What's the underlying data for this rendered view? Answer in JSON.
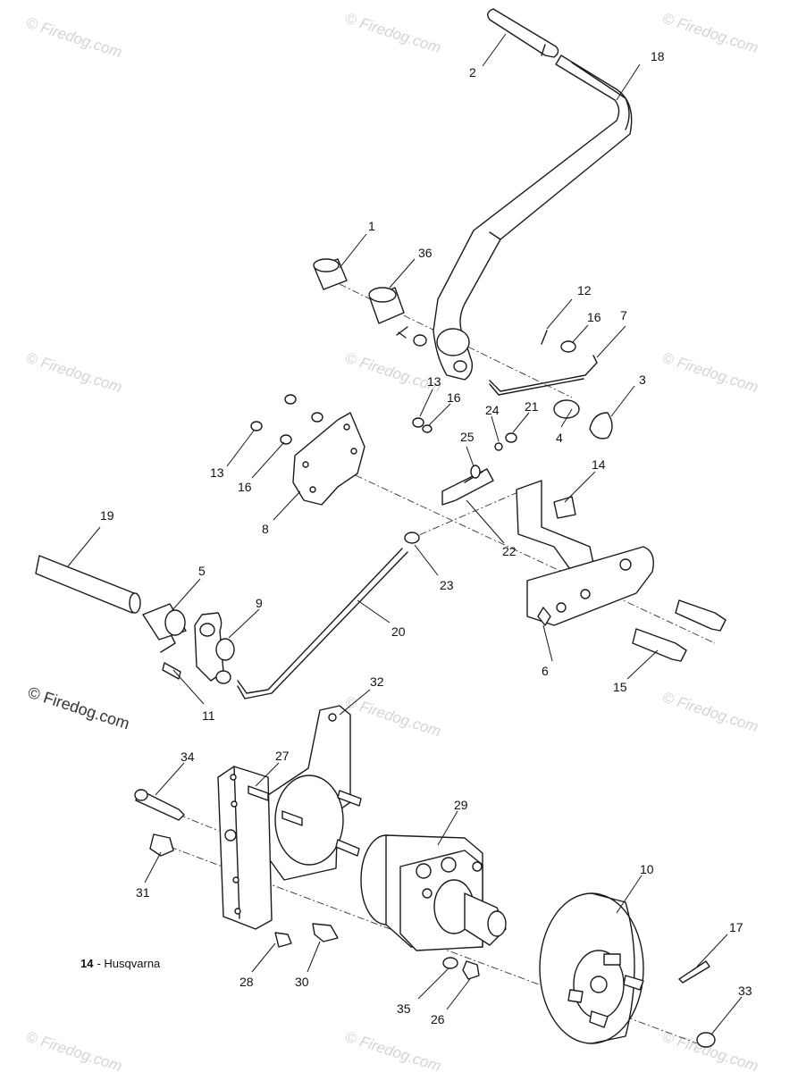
{
  "watermark_text": "© Firedog.com",
  "brand_watermark": "© Firedog.com",
  "note": {
    "number": "14",
    "text": "- Husqvarna"
  },
  "callouts": [
    "1",
    "2",
    "3",
    "4",
    "5",
    "6",
    "7",
    "8",
    "9",
    "10",
    "11",
    "12",
    "13",
    "13",
    "14",
    "15",
    "16",
    "16",
    "16",
    "17",
    "18",
    "19",
    "20",
    "21",
    "22",
    "23",
    "24",
    "25",
    "26",
    "27",
    "28",
    "29",
    "30",
    "31",
    "32",
    "33",
    "34",
    "35",
    "36"
  ]
}
